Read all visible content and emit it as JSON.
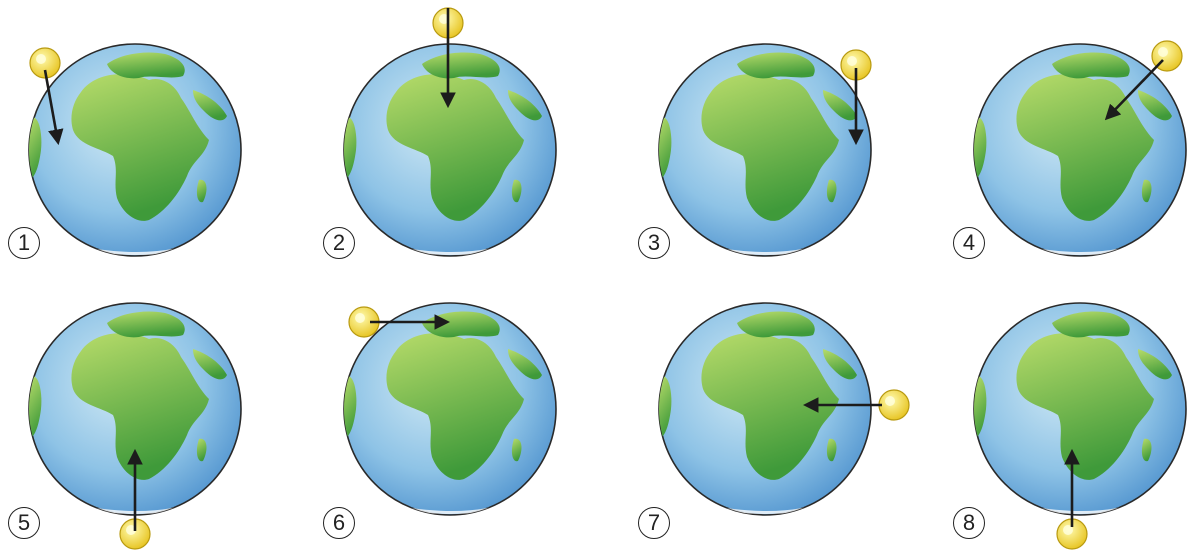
{
  "panels": [
    {
      "number": "1",
      "icon": "earth-globe-icon",
      "sun_icon": "sun-ball-icon",
      "arrow": "arrow-icon"
    },
    {
      "number": "2",
      "icon": "earth-globe-icon",
      "sun_icon": "sun-ball-icon",
      "arrow": "arrow-icon"
    },
    {
      "number": "3",
      "icon": "earth-globe-icon",
      "sun_icon": "sun-ball-icon",
      "arrow": "arrow-icon"
    },
    {
      "number": "4",
      "icon": "earth-globe-icon",
      "sun_icon": "sun-ball-icon",
      "arrow": "arrow-icon"
    },
    {
      "number": "5",
      "icon": "earth-globe-icon",
      "sun_icon": "sun-ball-icon",
      "arrow": "arrow-icon"
    },
    {
      "number": "6",
      "icon": "earth-globe-icon",
      "sun_icon": "sun-ball-icon",
      "arrow": "arrow-icon"
    },
    {
      "number": "7",
      "icon": "earth-globe-icon",
      "sun_icon": "sun-ball-icon",
      "arrow": "arrow-icon"
    },
    {
      "number": "8",
      "icon": "earth-globe-icon",
      "sun_icon": "sun-ball-icon",
      "arrow": "arrow-icon"
    }
  ],
  "colors": {
    "ocean_light": "#cfe8f4",
    "ocean_dark": "#3f86c8",
    "land_light": "#b8dc6a",
    "land_dark": "#3f9a3a",
    "sun_light": "#fffbb0",
    "sun_dark": "#e6c21c",
    "arrow": "#1c1c1c",
    "outline": "#2a2a2a"
  }
}
